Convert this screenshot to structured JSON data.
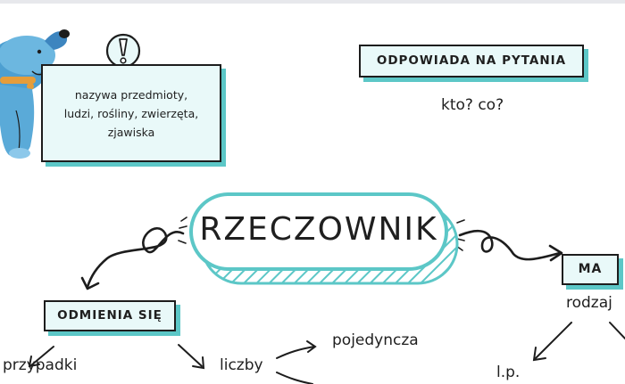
{
  "title": "RZECZOWNIK",
  "note": {
    "lines": [
      "nazywa  przedmioty,",
      "ludzi, rośliny, zwierzęta,",
      "zjawiska"
    ]
  },
  "questions_box": {
    "label": "ODPOWIADA NA PYTANIA",
    "answer": "kto? co?"
  },
  "declension_box": {
    "label": "ODMIENIA SIĘ",
    "items": [
      "przypadki",
      "liczby"
    ]
  },
  "number_branch": {
    "items": [
      "pojedyncza"
    ]
  },
  "has_box": {
    "label": "MA",
    "item": "rodzaj",
    "sub_items": [
      "l.p."
    ]
  },
  "colors": {
    "accent": "#5cc7c7",
    "box_fill": "#e9f9f9",
    "ink": "#1d1d1d"
  },
  "icons": [
    "dog-mascot-icon",
    "exclamation-icon"
  ]
}
